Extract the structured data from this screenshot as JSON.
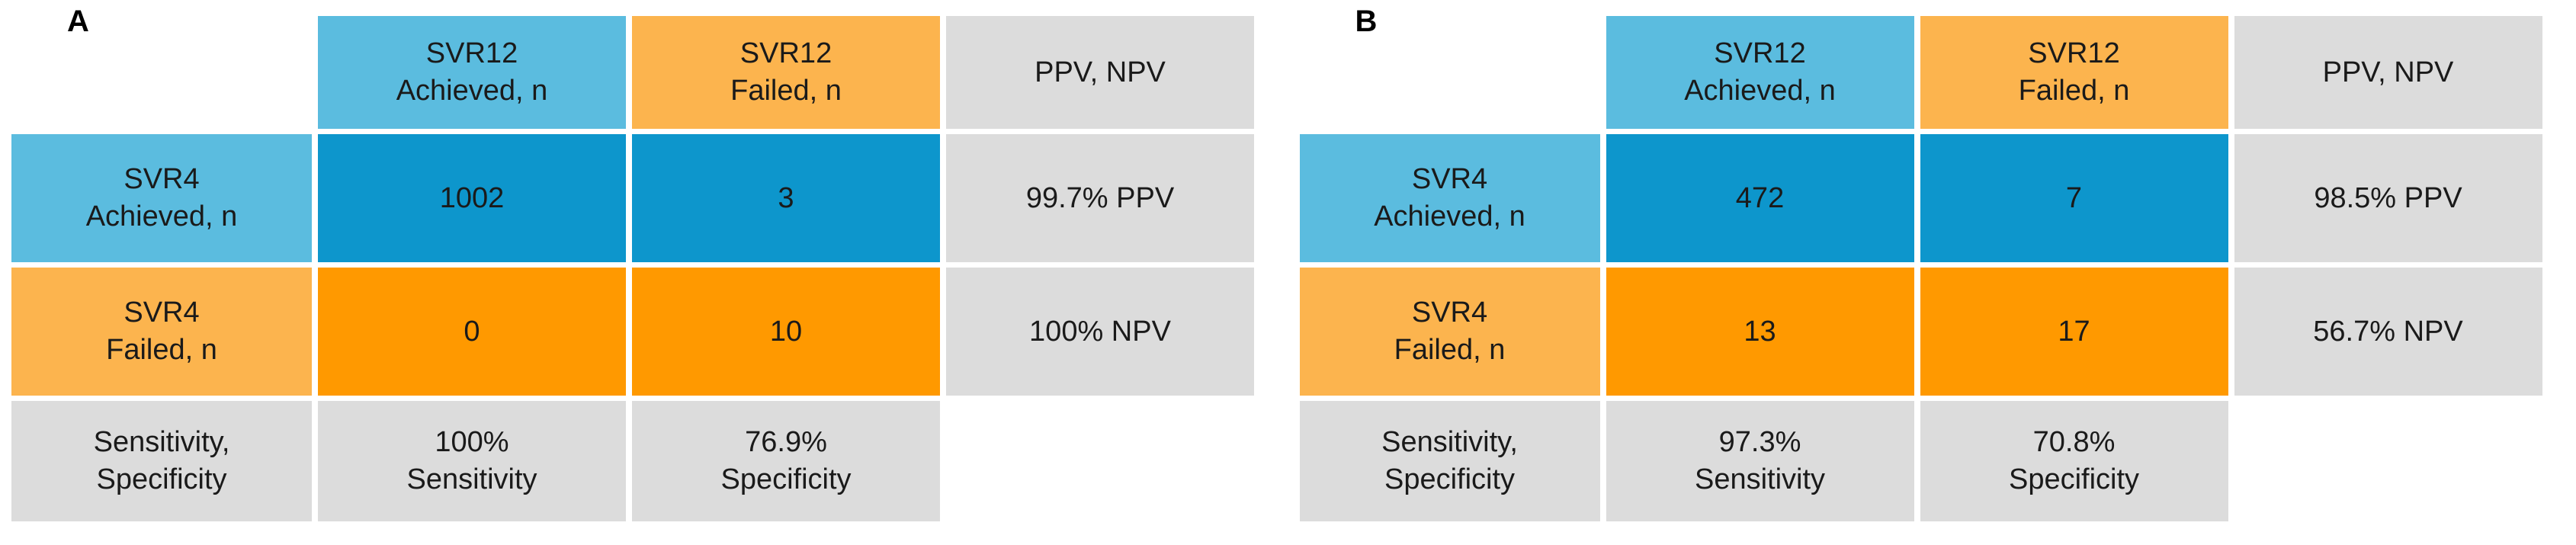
{
  "figure": {
    "panels": [
      {
        "label": "A",
        "colors": {
          "header_achieved": "#5bbcdf",
          "header_failed": "#fcb44e",
          "header_metric": "#dcdcdc",
          "row_achieved_counts": "#0d96cc",
          "row_failed_counts": "#ff9900",
          "metric_cell": "#dcdcdc"
        },
        "rows": [
          {
            "name": "header-row",
            "cells": [
              {
                "name": "corner-spacer",
                "style": "empty",
                "lines": []
              },
              {
                "name": "header-svr12-achieved",
                "style": "blue-lt",
                "lines": [
                  "SVR12",
                  "Achieved, n"
                ]
              },
              {
                "name": "header-svr12-failed",
                "style": "orange-lt",
                "lines": [
                  "SVR12",
                  "Failed, n"
                ]
              },
              {
                "name": "header-ppv-npv",
                "style": "gray",
                "lines": [
                  "PPV, NPV"
                ]
              }
            ]
          },
          {
            "name": "svr4-achieved-row",
            "cells": [
              {
                "name": "rowheader-svr4-achieved",
                "style": "blue-lt",
                "lines": [
                  "SVR4",
                  "Achieved, n"
                ]
              },
              {
                "name": "value-true-positive",
                "style": "blue-dk",
                "lines": [
                  "1002"
                ]
              },
              {
                "name": "value-false-positive",
                "style": "blue-dk",
                "lines": [
                  "3"
                ]
              },
              {
                "name": "value-ppv",
                "style": "gray",
                "lines": [
                  "99.7% PPV"
                ]
              }
            ]
          },
          {
            "name": "svr4-failed-row",
            "cells": [
              {
                "name": "rowheader-svr4-failed",
                "style": "orange-lt",
                "lines": [
                  "SVR4",
                  "Failed, n"
                ]
              },
              {
                "name": "value-false-negative",
                "style": "orange-dk",
                "lines": [
                  "0"
                ]
              },
              {
                "name": "value-true-negative",
                "style": "orange-dk",
                "lines": [
                  "10"
                ]
              },
              {
                "name": "value-npv",
                "style": "gray",
                "lines": [
                  "100% NPV"
                ]
              }
            ]
          },
          {
            "name": "sensitivity-specificity-row",
            "cells": [
              {
                "name": "rowheader-sensitivity-specificity",
                "style": "gray",
                "lines": [
                  "Sensitivity,",
                  "Specificity"
                ]
              },
              {
                "name": "value-sensitivity",
                "style": "gray",
                "lines": [
                  "100%",
                  "Sensitivity"
                ]
              },
              {
                "name": "value-specificity",
                "style": "gray",
                "lines": [
                  "76.9%",
                  "Specificity"
                ]
              },
              {
                "name": "trailing-spacer",
                "style": "empty",
                "lines": []
              }
            ]
          }
        ]
      },
      {
        "label": "B",
        "colors": {
          "header_achieved": "#5bbcdf",
          "header_failed": "#fcb44e",
          "header_metric": "#dcdcdc",
          "row_achieved_counts": "#0d96cc",
          "row_failed_counts": "#ff9900",
          "metric_cell": "#dcdcdc"
        },
        "rows": [
          {
            "name": "header-row",
            "cells": [
              {
                "name": "corner-spacer",
                "style": "empty",
                "lines": []
              },
              {
                "name": "header-svr12-achieved",
                "style": "blue-lt",
                "lines": [
                  "SVR12",
                  "Achieved, n"
                ]
              },
              {
                "name": "header-svr12-failed",
                "style": "orange-lt",
                "lines": [
                  "SVR12",
                  "Failed, n"
                ]
              },
              {
                "name": "header-ppv-npv",
                "style": "gray",
                "lines": [
                  "PPV, NPV"
                ]
              }
            ]
          },
          {
            "name": "svr4-achieved-row",
            "cells": [
              {
                "name": "rowheader-svr4-achieved",
                "style": "blue-lt",
                "lines": [
                  "SVR4",
                  "Achieved, n"
                ]
              },
              {
                "name": "value-true-positive",
                "style": "blue-dk",
                "lines": [
                  "472"
                ]
              },
              {
                "name": "value-false-positive",
                "style": "blue-dk",
                "lines": [
                  "7"
                ]
              },
              {
                "name": "value-ppv",
                "style": "gray",
                "lines": [
                  "98.5% PPV"
                ]
              }
            ]
          },
          {
            "name": "svr4-failed-row",
            "cells": [
              {
                "name": "rowheader-svr4-failed",
                "style": "orange-lt",
                "lines": [
                  "SVR4",
                  "Failed, n"
                ]
              },
              {
                "name": "value-false-negative",
                "style": "orange-dk",
                "lines": [
                  "13"
                ]
              },
              {
                "name": "value-true-negative",
                "style": "orange-dk",
                "lines": [
                  "17"
                ]
              },
              {
                "name": "value-npv",
                "style": "gray",
                "lines": [
                  "56.7% NPV"
                ]
              }
            ]
          },
          {
            "name": "sensitivity-specificity-row",
            "cells": [
              {
                "name": "rowheader-sensitivity-specificity",
                "style": "gray",
                "lines": [
                  "Sensitivity,",
                  "Specificity"
                ]
              },
              {
                "name": "value-sensitivity",
                "style": "gray",
                "lines": [
                  "97.3%",
                  "Sensitivity"
                ]
              },
              {
                "name": "value-specificity",
                "style": "gray",
                "lines": [
                  "70.8%",
                  "Specificity"
                ]
              },
              {
                "name": "trailing-spacer",
                "style": "empty",
                "lines": []
              }
            ]
          }
        ]
      }
    ]
  },
  "chart_data": {
    "type": "table",
    "title": "",
    "panels": [
      {
        "label": "A",
        "row_headers": [
          "SVR4 Achieved, n",
          "SVR4 Failed, n",
          "Sensitivity, Specificity"
        ],
        "column_headers": [
          "SVR12 Achieved, n",
          "SVR12 Failed, n",
          "PPV, NPV"
        ],
        "confusion_matrix": [
          [
            1002,
            3
          ],
          [
            0,
            10
          ]
        ],
        "ppv": "99.7% PPV",
        "npv": "100% NPV",
        "sensitivity": "100% Sensitivity",
        "specificity": "76.9% Specificity"
      },
      {
        "label": "B",
        "row_headers": [
          "SVR4 Achieved, n",
          "SVR4 Failed, n",
          "Sensitivity, Specificity"
        ],
        "column_headers": [
          "SVR12 Achieved, n",
          "SVR12 Failed, n",
          "PPV, NPV"
        ],
        "confusion_matrix": [
          [
            472,
            7
          ],
          [
            13,
            17
          ]
        ],
        "ppv": "98.5% PPV",
        "npv": "56.7% NPV",
        "sensitivity": "97.3% Sensitivity",
        "specificity": "70.8% Specificity"
      }
    ]
  }
}
